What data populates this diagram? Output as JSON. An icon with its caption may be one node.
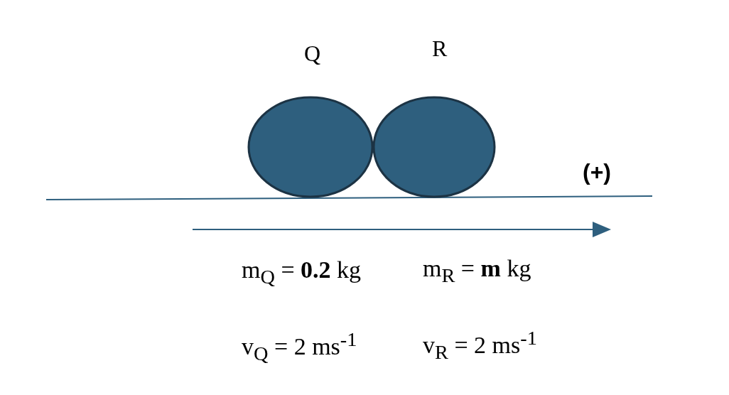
{
  "diagram": {
    "nodes": [
      {
        "text": [
          "Q"
        ]
      },
      {
        "text": [
          "R"
        ]
      }
    ],
    "labels": [
      "(+)",
      "m$_{Q}$ = **0.2** kg",
      "m$_{R}$ = **m** kg",
      "v$_{Q}$ = 2 ms$^{-1}$",
      "v$_{R}$ = 2 ms$^{-1}$"
    ]
  }
}
